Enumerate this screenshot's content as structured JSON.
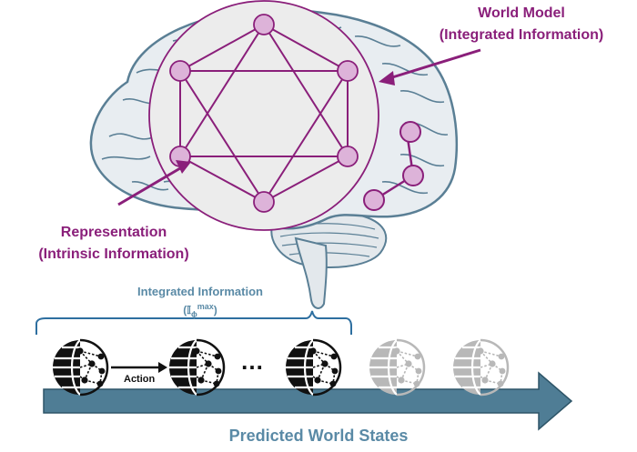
{
  "labels": {
    "world_model_line1": "World Model",
    "world_model_line2": "(Integrated Information)",
    "representation_line1": "Representation",
    "representation_line2": "(Intrinsic Information)",
    "integrated_info_line1": "Integrated Information",
    "integrated_info_symbol": "(𝕀",
    "integrated_info_sub": "ϕ",
    "integrated_info_sup": "max",
    "integrated_info_close": ")",
    "action": "Action",
    "ellipsis": "…",
    "predicted_world_states": "Predicted World States"
  },
  "colors": {
    "brain_fill": "#e8edf1",
    "brain_stroke": "#5a7f95",
    "circle_fill": "#ececec",
    "circle_stroke": "#8a1f7a",
    "node_fill": "#ddb3d9",
    "purple": "#8a1f7a",
    "arrow_fill": "#4f7d95",
    "arrow_stroke": "#2e5568",
    "steel_text": "#5a8aa6",
    "active_globe": "#111111",
    "faded_globe": "#b8b8b8"
  },
  "icons": {
    "network": "hexagram-network",
    "globe": "globe-network-icon",
    "arrow": "timeline-arrow"
  }
}
